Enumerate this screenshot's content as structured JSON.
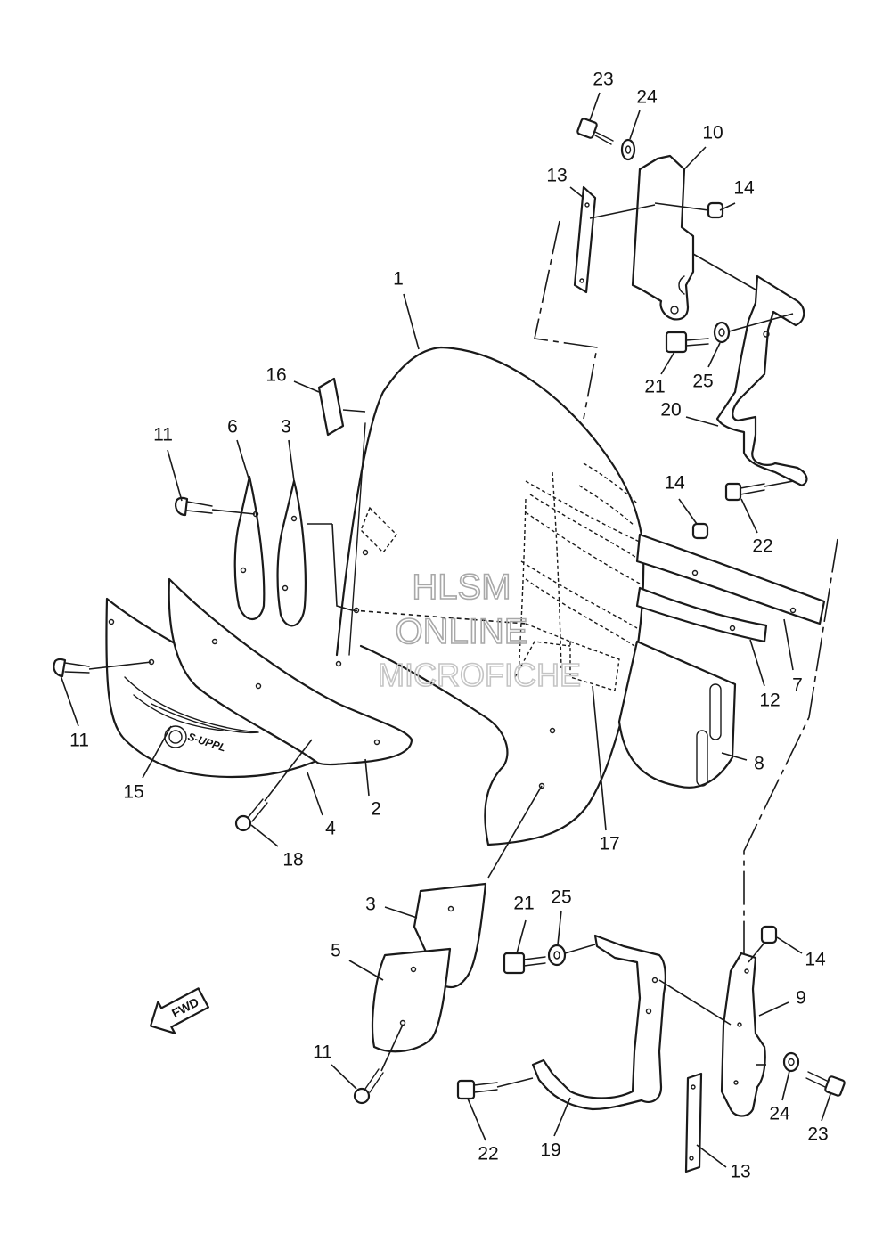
{
  "watermark": {
    "line1": "HLSM",
    "line2": "ONLINE",
    "line3": "MICROFICHE"
  },
  "direction_label": "FWD",
  "emblem_text": "S-UPPL",
  "callouts": [
    "1",
    "2",
    "3",
    "3",
    "4",
    "5",
    "6",
    "7",
    "8",
    "9",
    "10",
    "11",
    "11",
    "11",
    "12",
    "13",
    "13",
    "14",
    "14",
    "14",
    "15",
    "16",
    "17",
    "18",
    "19",
    "20",
    "21",
    "21",
    "22",
    "22",
    "23",
    "23",
    "24",
    "24",
    "25",
    "25"
  ]
}
